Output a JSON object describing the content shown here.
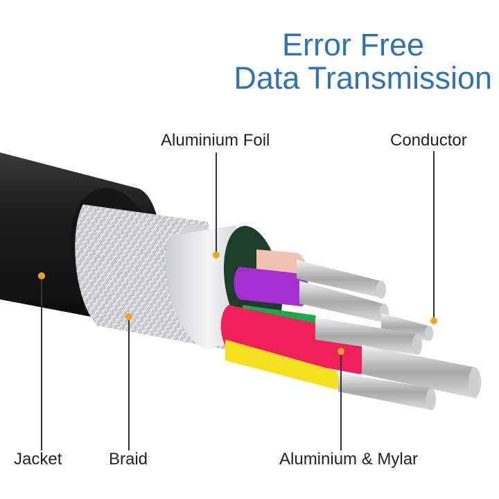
{
  "title": {
    "line1": "Error Free",
    "line2": "Data Transmission"
  },
  "labels": {
    "aluminium_foil": "Aluminium Foil",
    "conductor": "Conductor",
    "jacket": "Jacket",
    "braid": "Braid",
    "aluminium_mylar": "Aluminium & Mylar"
  },
  "colors": {
    "title": "#2f73b5",
    "marker_dot": "#f5a31a",
    "jacket": "#1e1e1e",
    "wire_pink": "#f2c2b0",
    "wire_purple": "#a42fd0",
    "wire_green": "#1ea84a",
    "wire_red": "#f0205a",
    "wire_yellow": "#f4e020"
  }
}
